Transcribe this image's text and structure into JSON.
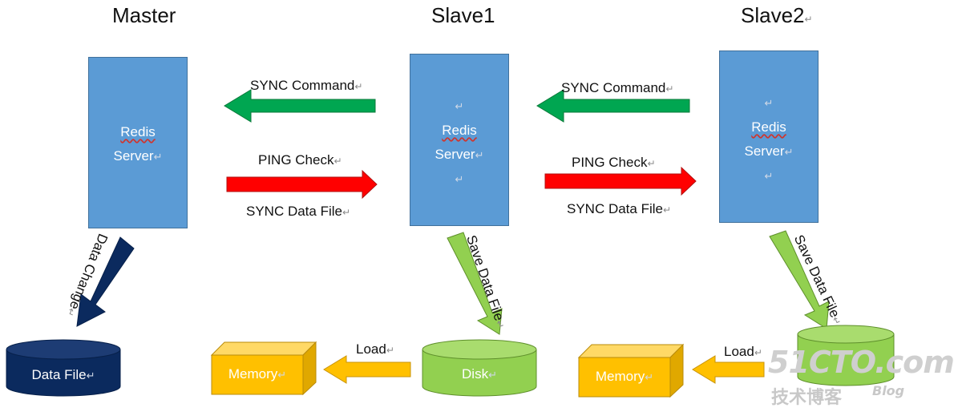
{
  "titles": {
    "master": "Master",
    "slave1": "Slave1",
    "slave2": "Slave2"
  },
  "para_mark": "↵",
  "servers": {
    "line1": "Redis",
    "line2": "Server"
  },
  "arrows": {
    "sync_command": "SYNC Command",
    "ping_check": "PING Check",
    "sync_data_file": "SYNC Data File",
    "data_change": "Data Change",
    "save_data_file": "Save Data File",
    "load": "Load"
  },
  "storage": {
    "data_file": "Data File",
    "memory": "Memory",
    "disk": "Disk"
  },
  "watermark": {
    "main": "51CTO.com",
    "sub": "技术博客",
    "blog": "Blog"
  },
  "colors": {
    "server_fill": "#5b9bd5",
    "green_arrow": "#00a651",
    "red_arrow": "#ff0000",
    "navy_arrow": "#0b2a5e",
    "light_green": "#92d050",
    "memory_yellow": "#ffc000",
    "data_file_navy": "#0b2a5e"
  }
}
